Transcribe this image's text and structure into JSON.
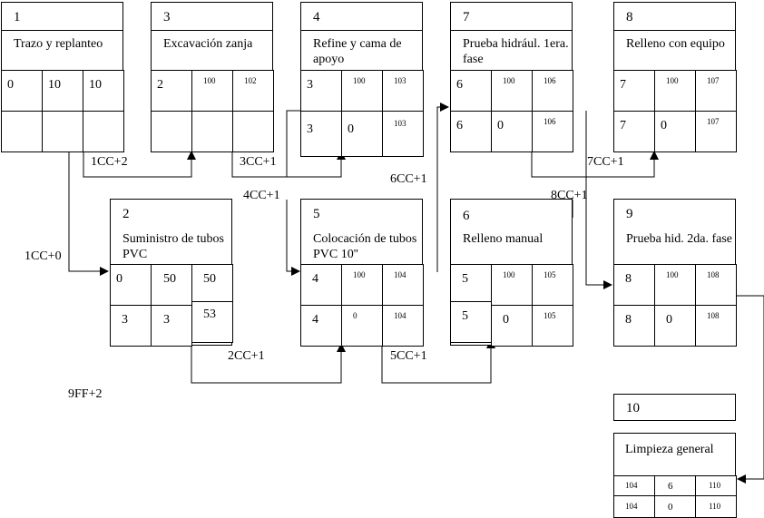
{
  "nodes": [
    {
      "id": "1",
      "name": "Trazo y replanteo",
      "top": [
        "0",
        "10",
        "10"
      ],
      "bottom": [
        "",
        "",
        ""
      ]
    },
    {
      "id": "3",
      "name": "Excavación zanja",
      "top": [
        "2",
        "100",
        "102"
      ],
      "bottom": [
        "",
        "",
        ""
      ]
    },
    {
      "id": "4",
      "name": "Refine y cama de apoyo",
      "top": [
        "3",
        "100",
        "103"
      ],
      "bottom": [
        "3",
        "0",
        "103"
      ]
    },
    {
      "id": "7",
      "name": "Prueba hidrául. 1era. fase",
      "top": [
        "6",
        "100",
        "106"
      ],
      "bottom": [
        "6",
        "0",
        "106"
      ]
    },
    {
      "id": "8",
      "name": "Relleno con equipo",
      "top": [
        "7",
        "100",
        "107"
      ],
      "bottom": [
        "7",
        "0",
        "107"
      ]
    },
    {
      "id": "2",
      "name": "Suministro de tubos PVC",
      "top": [
        "0",
        "50",
        "50"
      ],
      "bottom": [
        "3",
        "3",
        "53"
      ]
    },
    {
      "id": "5",
      "name": "Colocación de tubos PVC 10''",
      "top": [
        "4",
        "100",
        "104"
      ],
      "bottom": [
        "4",
        "0",
        "104"
      ]
    },
    {
      "id": "6",
      "name": "Relleno manual",
      "top": [
        "5",
        "100",
        "105"
      ],
      "bottom": [
        "5",
        "0",
        "105"
      ]
    },
    {
      "id": "9",
      "name": "Prueba hid. 2da. fase",
      "top": [
        "8",
        "100",
        "108"
      ],
      "bottom": [
        "8",
        "0",
        "108"
      ]
    },
    {
      "id": "10",
      "name": "Limpieza general",
      "top": [
        "104",
        "6",
        "110"
      ],
      "bottom": [
        "104",
        "0",
        "110"
      ]
    }
  ],
  "links": [
    "1CC+2",
    "3CC+1",
    "4CC+1",
    "6CC+1",
    "7CC+1",
    "8CC+1",
    "1CC+0",
    "2CC+1",
    "5CC+1",
    "9FF+2"
  ]
}
